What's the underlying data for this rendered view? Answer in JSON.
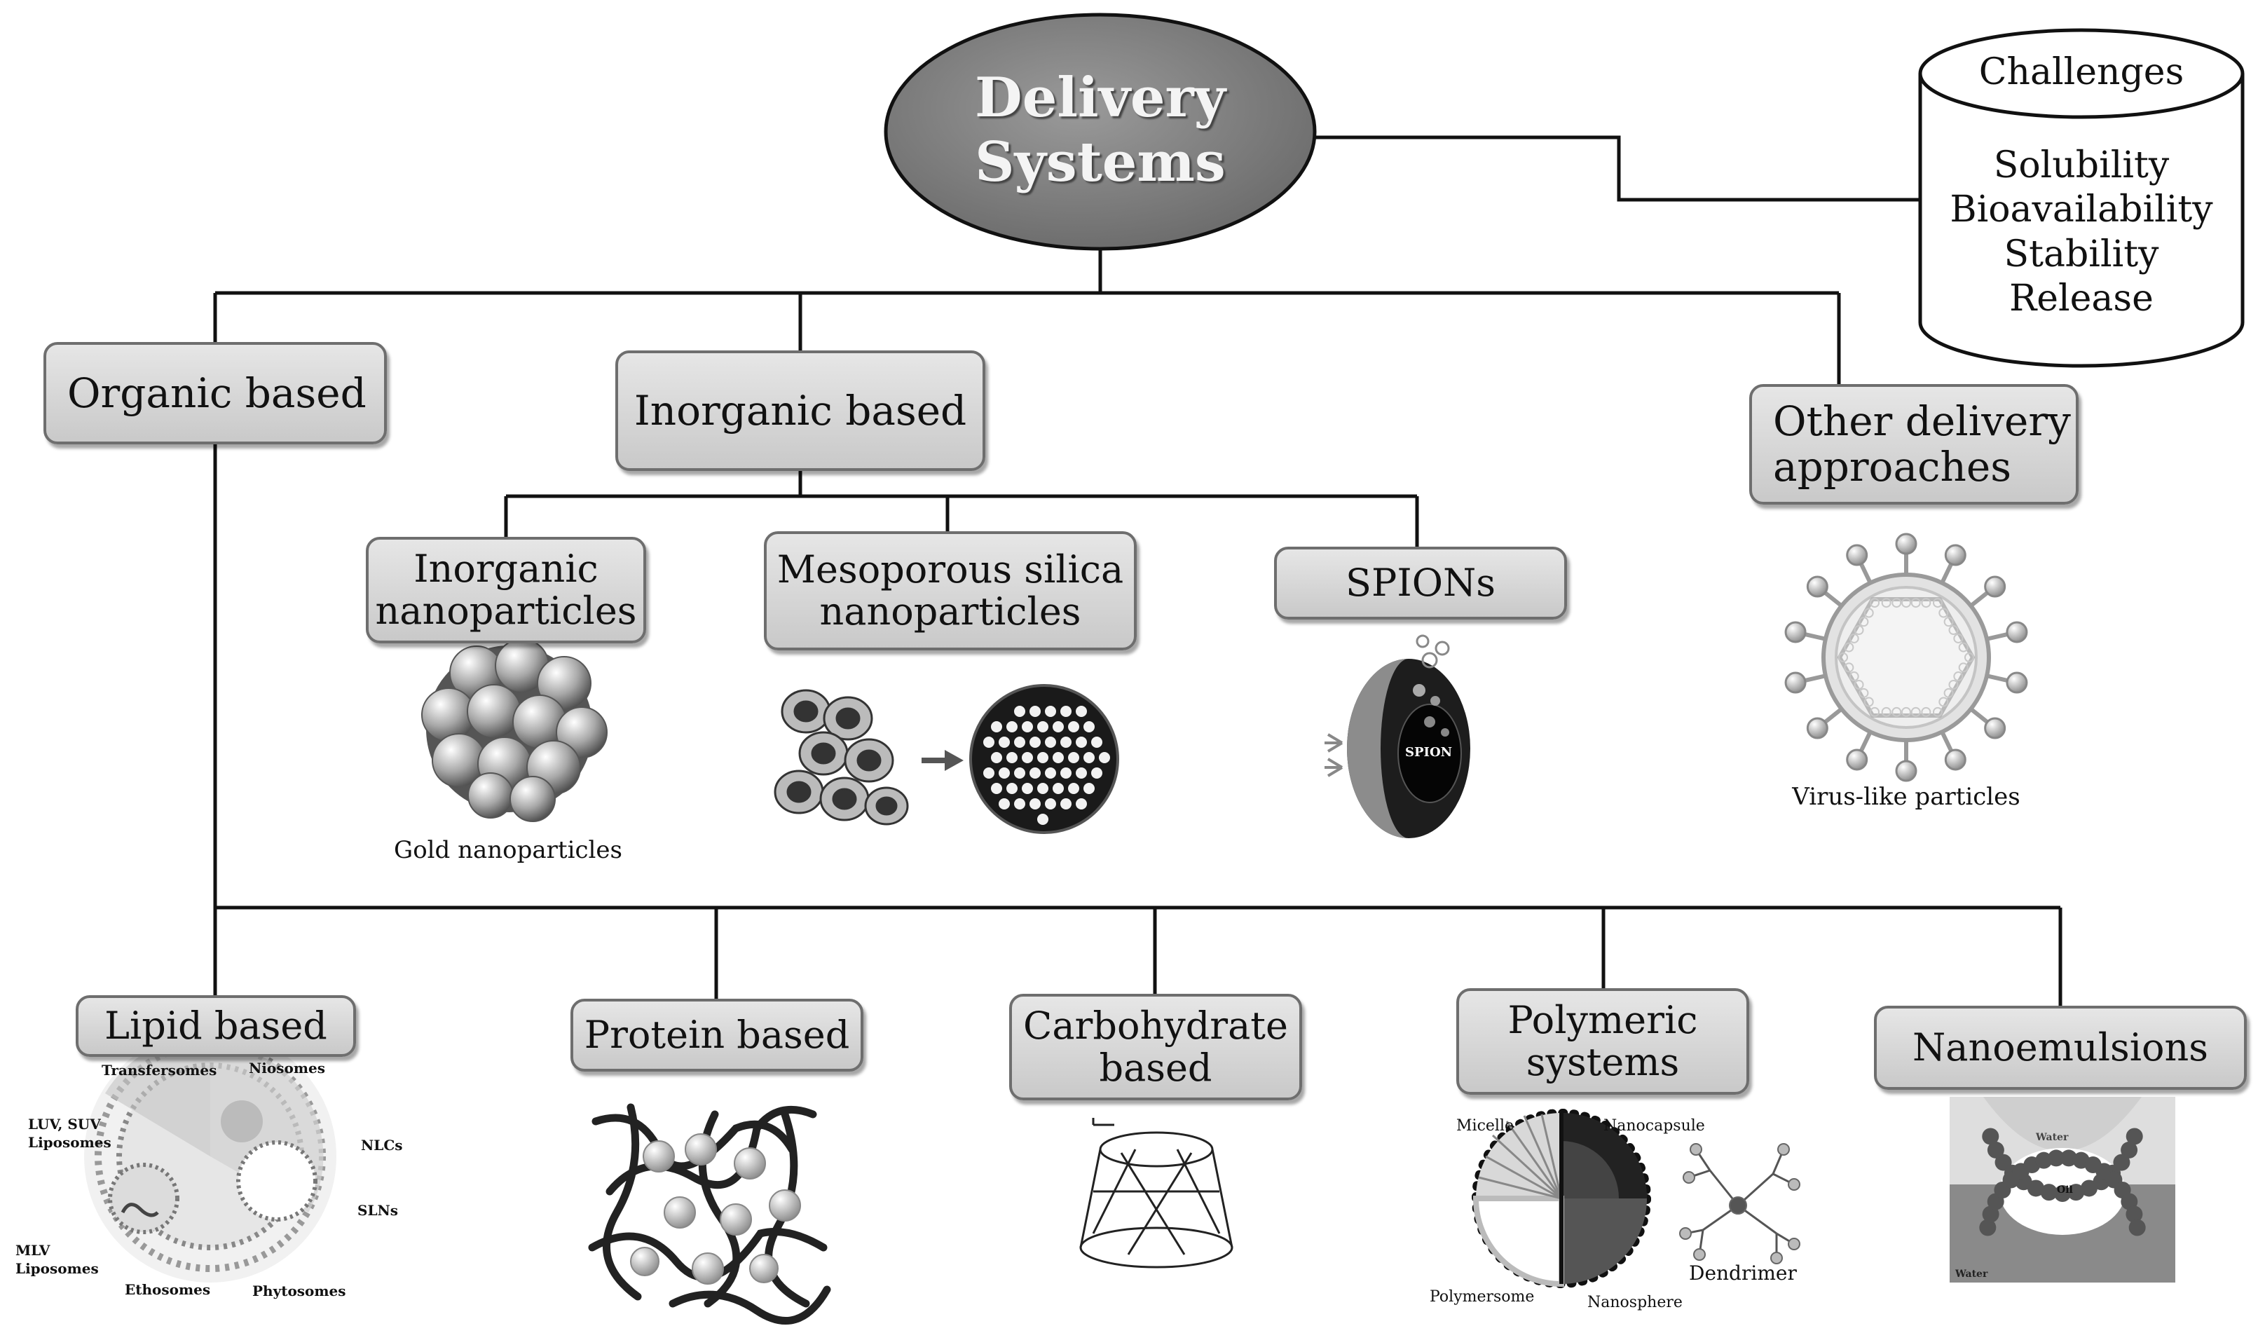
{
  "root": {
    "line1": "Delivery",
    "line2": "Systems"
  },
  "challenges": {
    "title": "Challenges",
    "items": [
      "Solubility",
      "Bioavailability",
      "Stability",
      "Release"
    ]
  },
  "organic": {
    "label": "Organic based"
  },
  "inorganic": {
    "label": "Inorganic based",
    "children": [
      {
        "line1": "Inorganic",
        "line2": "nanoparticles",
        "caption": "Gold nanoparticles"
      },
      {
        "line1": "Mesoporous silica",
        "line2": "nanoparticles"
      },
      {
        "line1": "SPIONs",
        "inner_label": "SPION"
      }
    ]
  },
  "other": {
    "line1": "Other delivery",
    "line2": "approaches",
    "caption": "Virus-like particles"
  },
  "organic_children": [
    {
      "line1": "Lipid based",
      "labels": [
        "Transfersomes",
        "Niosomes",
        "LUV, SUV",
        "Liposomes",
        "NLCs",
        "SLNs",
        "MLV",
        "Liposomes",
        "Ethosomes",
        "Phytosomes"
      ]
    },
    {
      "line1": "Protein based"
    },
    {
      "line1": "Carbohydrate",
      "line2": "based"
    },
    {
      "line1": "Polymeric",
      "line2": "systems",
      "labels": [
        "Micelle",
        "Nanocapsule",
        "Polymersome",
        "Nanosphere",
        "Dendrimer"
      ]
    },
    {
      "line1": "Nanoemulsions",
      "labels": [
        "Water",
        "Oil",
        "Water"
      ]
    }
  ]
}
